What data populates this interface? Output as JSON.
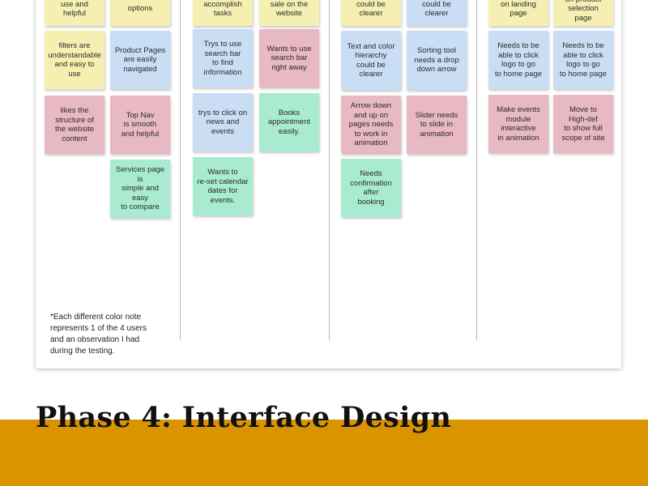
{
  "slide": {
    "title": "Phase 4: Interface Design",
    "footnote": "*Each different color note\nrepresents 1 of the 4 users\nand an observation I had\nduring the testing."
  },
  "colors": {
    "yellow": "#f5f0b2",
    "blue": "#c9ddf4",
    "pink": "#e8b9c2",
    "green": "#a9ebd1",
    "band": "#d99400"
  },
  "notes": {
    "c1_top_left": "use and\nhelpful",
    "c1_top_right": "options",
    "c1_filters": "filters are\nunderstandable\nand easy to use",
    "c1_product_pages": "Product Pages\nare easily\nnavigated",
    "c1_likes_structure": "likes the\nstructure of\nthe website\ncontent",
    "c1_top_nav": "Top Nav\nis smooth\nand helpful",
    "c1_services": "Services page is\nsimple and easy\nto compare",
    "c2_top_left": "accomplish\ntasks",
    "c2_top_right": "sale on the\nwebsite",
    "c2_search_bar": "Trys to use\nsearch bar\nto find\ninformation",
    "c2_wants_search": "Wants to use\nsearch bar\nright away",
    "c2_news_events": "trys to click on\nnews and\nevents",
    "c2_books": "Books\nappointment\neasily.",
    "c2_reset_calendar": "Wants to\nre-set calendar\ndates for\nevents.",
    "c3_top_left": "could be\nclearer",
    "c3_top_right": "could be\nclearer",
    "c3_text_color": "Text and color\nhierarchy\ncould be\nclearer",
    "c3_sorting_tool": "Sorting tool\nneeds a drop\ndown arrow",
    "c3_arrow_pages": "Arrow down\nand up on\npages needs\nto work in\nanimation",
    "c3_slider": "Slider needs\nto slide in\nanimation",
    "c3_confirmation": "Needs\nconfirmation\nafter\nbooking",
    "c4_top_left": "on landing\npage",
    "c4_top_right": "on product\nselection\npage",
    "c4_logo_left": "Needs to be\nable to click\nlogo to go\nto home page",
    "c4_logo_right": "Needs to be\nable to click\nlogo to go\nto home page",
    "c4_events_module": "Make events\nmodule\ninteractive\nin animation",
    "c4_high_def": "Move to\nHigh-def\nto show full\nscope of site"
  }
}
